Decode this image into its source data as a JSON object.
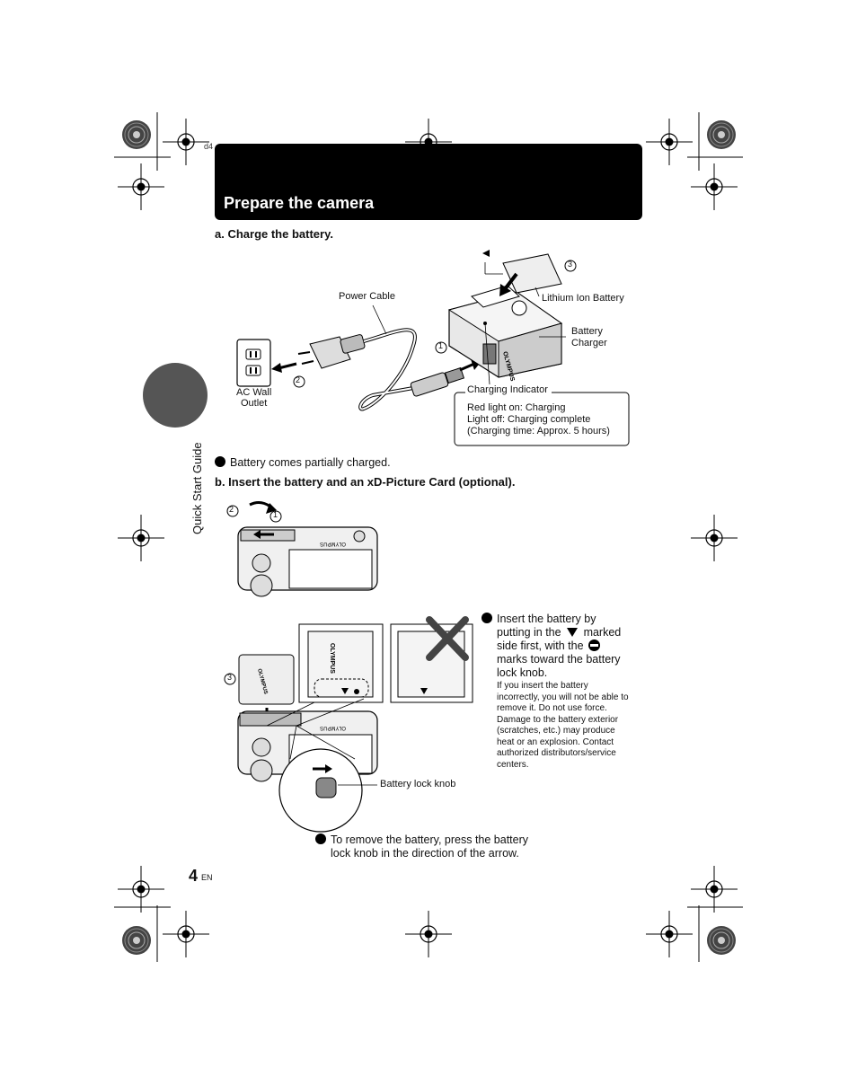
{
  "page": {
    "corner_tag": "d4",
    "header_title": "Prepare the camera",
    "side_tab_label": "Quick Start Guide",
    "page_number": "4",
    "page_lang": "EN"
  },
  "section_a": {
    "heading": "a.  Charge the battery.",
    "labels": {
      "power_cable": "Power Cable",
      "lithium_battery": "Lithium Ion Battery",
      "battery_charger_1": "Battery",
      "battery_charger_2": "Charger",
      "ac_wall_1": "AC Wall",
      "ac_wall_2": "Outlet",
      "charging_indicator": "Charging Indicator",
      "step1": "1",
      "step2": "2",
      "step3": "3"
    },
    "indicator_box": [
      "Red light on: Charging",
      "Light off: Charging complete",
      "(Charging time: Approx. 5 hours)"
    ],
    "note": "Battery comes partially charged."
  },
  "section_b": {
    "heading": "b.  Insert the battery and an xD-Picture Card (optional).",
    "step1": "1",
    "step2": "2",
    "step3": "3",
    "battery_lock_knob": "Battery lock knob",
    "insert_note_parts": [
      "Insert the battery by",
      "putting in the",
      "marked",
      "side first, with the",
      "marks toward the battery",
      "lock knob."
    ],
    "warning_lines": [
      "If you insert the battery",
      "incorrectly, you will not be able to",
      "remove it. Do not use force.",
      "Damage to the battery exterior",
      "(scratches, etc.) may produce",
      "heat or an explosion. Contact",
      "authorized distributors/service",
      "centers."
    ],
    "remove_note_lines": [
      "To remove the battery, press the battery",
      "lock knob in the direction of the arrow."
    ],
    "brand_text": "OLYMPUS"
  },
  "icons": [
    "registration-mark-icon",
    "down-triangle-icon",
    "minus-circle-icon",
    "bullet-icon",
    "cross-icon",
    "arrow-icon"
  ]
}
